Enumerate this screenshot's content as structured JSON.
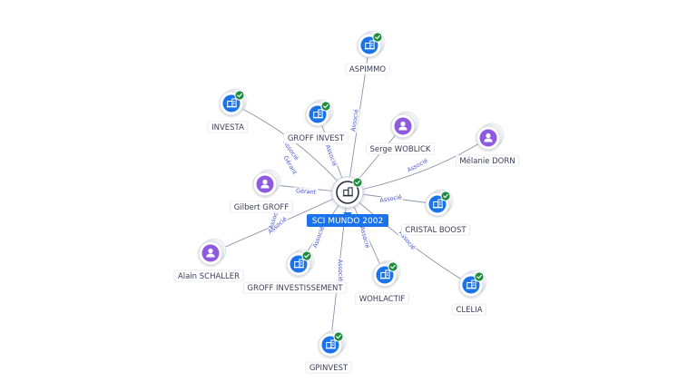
{
  "colors": {
    "company": "#1a73e8",
    "person": "#8e5ae0",
    "verified": "#1e8e3e",
    "edge": "#8a93a8",
    "edge_label": "#4b55c8",
    "center_badge": "#1a73e8"
  },
  "center": {
    "label": "SCI MUNDO 2002",
    "icon": "building-icon"
  },
  "nodes": [
    {
      "id": "aspimmo",
      "label": "ASPIMMO",
      "kind": "company",
      "verified": true,
      "edge_label": "Associé"
    },
    {
      "id": "investa",
      "label": "INVESTA",
      "kind": "company",
      "verified": true,
      "edge_label": ""
    },
    {
      "id": "groff-invest",
      "label": "GROFF INVEST",
      "kind": "company",
      "verified": true,
      "edge_label": "Associé"
    },
    {
      "id": "serge-woblick",
      "label": "Serge WOBLICK",
      "kind": "person",
      "verified": false,
      "edge_label": ""
    },
    {
      "id": "melanie-dorn",
      "label": "Mélanie DORN",
      "kind": "person",
      "verified": false,
      "edge_label": "Associé"
    },
    {
      "id": "gilbert-groff",
      "label": "Gilbert GROFF",
      "kind": "person",
      "verified": false,
      "edge_label": "Gérant"
    },
    {
      "id": "cristal-boost",
      "label": "CRISTAL BOOST",
      "kind": "company",
      "verified": true,
      "edge_label": "Associé"
    },
    {
      "id": "alain-schaller",
      "label": "Alain SCHALLER",
      "kind": "person",
      "verified": false,
      "edge_label": "Associé"
    },
    {
      "id": "groff-investissement",
      "label": "GROFF INVESTISSEMENT",
      "kind": "company",
      "verified": true,
      "edge_label": "Associé"
    },
    {
      "id": "wohlactif",
      "label": "WOHLACTIF",
      "kind": "company",
      "verified": true,
      "edge_label": "Associé"
    },
    {
      "id": "clelia",
      "label": "CLELIA",
      "kind": "company",
      "verified": true,
      "edge_label": "Associé"
    },
    {
      "id": "gpinvest",
      "label": "GPINVEST",
      "kind": "company",
      "verified": true,
      "edge_label": "Associé"
    }
  ],
  "extra_edge_labels": [
    "Associé",
    "Gérant",
    "Associé"
  ]
}
